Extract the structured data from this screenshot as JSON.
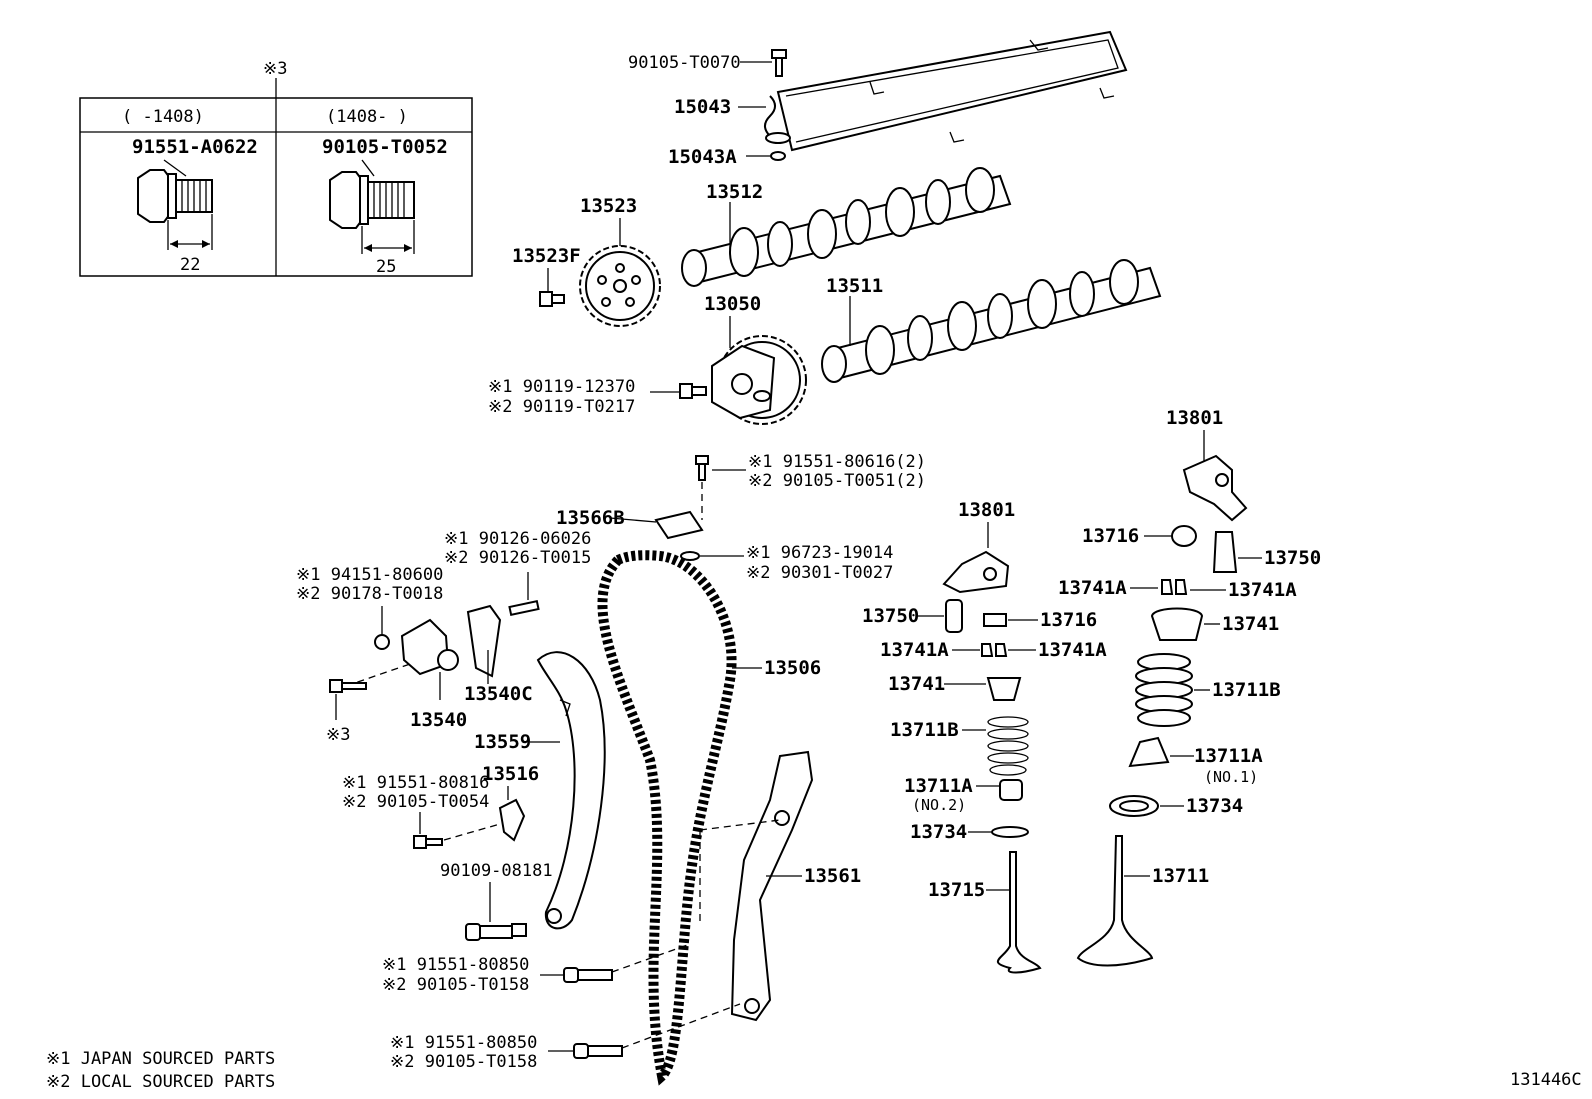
{
  "inset": {
    "marker": "※3",
    "col1_header": "(    -1408)",
    "col2_header": "(1408-    )",
    "col1_part": "91551-A0622",
    "col2_part": "90105-T0052",
    "col1_dim": "22",
    "col2_dim": "25"
  },
  "callouts": {
    "c90105_T0070": "90105-T0070",
    "c15043": "15043",
    "c15043A": "15043A",
    "c13512": "13512",
    "c13523": "13523",
    "c13523F": "13523F",
    "c13511": "13511",
    "c13050": "13050",
    "c90119_1": "※1 90119-12370",
    "c90119_2": "※2 90119-T0217",
    "c13801_top": "13801",
    "c91551_80616": "※1 91551-80616(2)",
    "c90105_T0051": "※2 90105-T0051(2)",
    "c13566B": "13566B",
    "c96723": "※1 96723-19014",
    "c90301": "※2 90301-T0027",
    "c90126_1": "※1 90126-06026",
    "c90126_2": "※2 90126-T0015",
    "c94151": "※1 94151-80600",
    "c90178": "※2 90178-T0018",
    "c13540C": "13540C",
    "c13540": "13540",
    "c_star3": "※3",
    "c13559": "13559",
    "c13506": "13506",
    "c13516": "13516",
    "c91551_80816": "※1 91551-80816",
    "c90105_T0054": "※2 90105-T0054",
    "c90109": "90109-08181",
    "c13561": "13561",
    "c91551_80850_a": "※1 91551-80850",
    "c90105_T0158_a": "※2 90105-T0158",
    "c91551_80850_b": "※1 91551-80850",
    "c90105_T0158_b": "※2 90105-T0158",
    "c13801_mid": "13801",
    "c13716_l": "13716",
    "c13750_r": "13750",
    "c13741A_a": "13741A",
    "c13741A_b": "13741A",
    "c13750_l": "13750",
    "c13716_m": "13716",
    "c13741_r": "13741",
    "c13741A_c": "13741A",
    "c13741A_d": "13741A",
    "c13741_l": "13741",
    "c13711B_r": "13711B",
    "c13711B_l": "13711B",
    "c13711A_r": "13711A",
    "c_no1": "(NO.1)",
    "c13711A_l": "13711A",
    "c_no2": "(NO.2)",
    "c13734_r": "13734",
    "c13734_l": "13734",
    "c13711": "13711",
    "c13715": "13715"
  },
  "notes": {
    "note1": "※1 JAPAN SOURCED PARTS",
    "note2": "※2 LOCAL SOURCED PARTS",
    "figure_id": "131446C"
  }
}
